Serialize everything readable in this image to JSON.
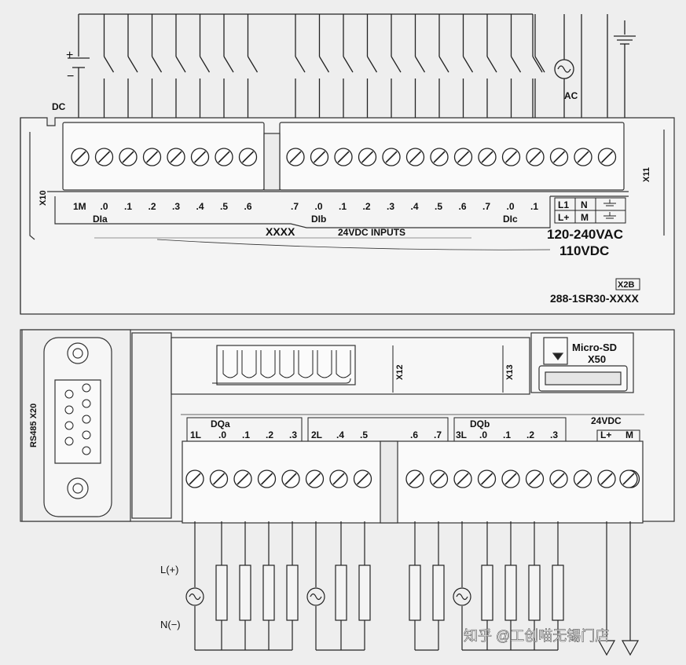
{
  "top": {
    "dc_label": "DC",
    "ac_label": "AC",
    "x10": "X10",
    "x11": "X11",
    "terminals_a": [
      "1M",
      ".0",
      ".1",
      ".2",
      ".3",
      ".4",
      ".5",
      ".6"
    ],
    "terminals_b": [
      ".7",
      ".0",
      ".1",
      ".2",
      ".3",
      ".4",
      ".5",
      ".6",
      ".7",
      ".0",
      ".1"
    ],
    "group_a": "DIa",
    "group_b": "DIb",
    "group_c": "DIc",
    "power_top": [
      "L1",
      "N"
    ],
    "power_bottom": [
      "L+",
      "M"
    ],
    "model_x": "XXXX",
    "inputs_label": "24VDC INPUTS",
    "voltage_ac": "120-240VAC",
    "voltage_dc": "110VDC",
    "x_badge": "X2B",
    "model_number": "288-1SR30-XXXX"
  },
  "bottom": {
    "rs485": "RS485  X20",
    "x12": "X12",
    "x13": "X13",
    "sd_line1": "Micro-SD",
    "sd_line2": "X50",
    "group_a": "DQa",
    "group_b": "DQb",
    "out_a1": [
      "1L",
      ".0",
      ".1",
      ".2",
      ".3"
    ],
    "out_a2": [
      "2L",
      ".4",
      ".5",
      ".6",
      ".7"
    ],
    "out_b": [
      "3L",
      ".0",
      ".1",
      ".2",
      ".3"
    ],
    "power_label": "24VDC",
    "power_terms": [
      "L+",
      "M"
    ],
    "l_label": "L(+)",
    "n_label": "N(−)"
  },
  "watermark": "知乎 @工创喵无锡门店"
}
